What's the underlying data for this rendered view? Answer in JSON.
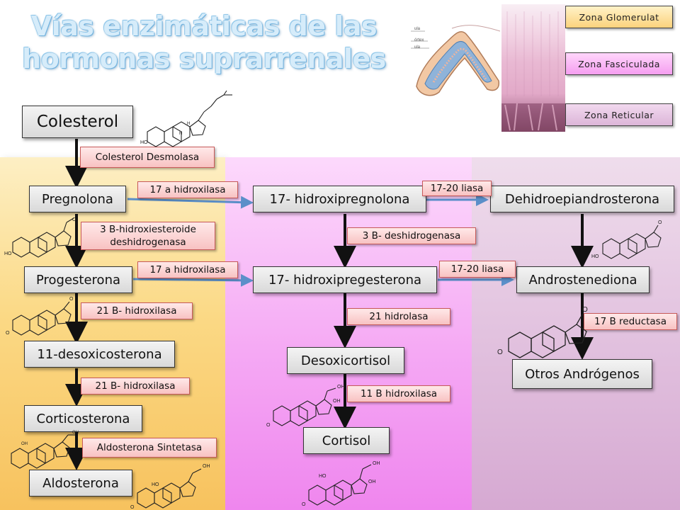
{
  "title": {
    "line1": "Vías enzimáticas de las",
    "line2": "hormonas suprarrenales"
  },
  "zones": {
    "glomerulat": "Zona  Glomerulat",
    "fasciculada": "Zona  Fasciculada",
    "reticular": "Zona  Reticular"
  },
  "tissue_tiny_labels": [
    "ula",
    "órtex",
    "ula"
  ],
  "colors": {
    "zone_glomerulat": "#fbd985",
    "zone_fasciculada": "#f5a9f4",
    "zone_reticular": "#e2c2df",
    "arrow_blue": "#5b8fc9",
    "enzyme_fill": "#f8c2c2"
  },
  "compounds": {
    "colesterol": "Colesterol",
    "pregnolona": "Pregnolona",
    "progesterona": "Progesterona",
    "desoxicosterona": "11-desoxicosterona",
    "corticosterona": "Corticosterona",
    "aldosterona": "Aldosterona",
    "hidroxipregnolona": "17- hidroxipregnolona",
    "hidroxipregesterona": "17- hidroxipregesterona",
    "desoxicortisol": "Desoxicortisol",
    "cortisol": "Cortisol",
    "dhea": "Dehidroepiandrosterona",
    "androstenediona": "Androstenediona",
    "otros": "Otros Andrógenos"
  },
  "enzymes": {
    "desmolasa": "Colesterol Desmolasa",
    "hidroxilasa17_a": "17 a hidroxilasa",
    "hidroxilasa17_b": "17 a hidroxilasa",
    "b3_line1": "3 B-hidroxiesteroide",
    "b3_line2": "deshidrogenasa",
    "b3_desh": "3 B- deshidrogenasa",
    "liasa_a": "17-20 liasa",
    "liasa_b": "17-20 liasa",
    "h21_a": "21 B- hidroxilasa",
    "h21_b": "21 B- hidroxilasa",
    "h21_hidrolasa": "21 hidrolasa",
    "aldo_sint": "Aldosterona Sintetasa",
    "h11b": "11 B hidroxilasa",
    "reductasa17b": "17 B reductasa"
  },
  "structure_labels": {
    "ho": "HO",
    "o": "O",
    "oh": "OH",
    "h": "H"
  }
}
